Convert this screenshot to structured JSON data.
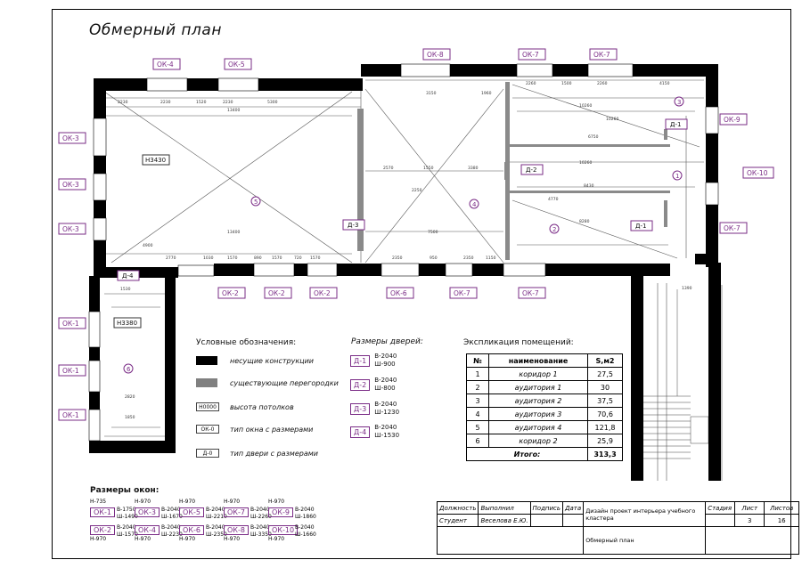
{
  "title": "Обмерный план",
  "colors": {
    "wall": "#000000",
    "partition": "#808080",
    "tag": "#7a2c86"
  },
  "windows_tags": {
    "top": [
      "ОК-4",
      "ОК-5",
      "ОК-8",
      "ОК-7",
      "ОК-7"
    ],
    "left": [
      "ОК-3",
      "ОК-3",
      "ОК-3",
      "ОК-1",
      "ОК-1",
      "ОК-1"
    ],
    "right": [
      "ОК-9",
      "ОК-10",
      "ОК-7"
    ],
    "bottom": [
      "ОК-2",
      "ОК-2",
      "ОК-2",
      "ОК-6",
      "ОК-7",
      "ОК-7"
    ]
  },
  "door_tags": [
    "Д-1",
    "Д-2",
    "Д-3",
    "Д-1",
    "Д-4"
  ],
  "heights": [
    "Н3430",
    "Н3380"
  ],
  "room_numbers": [
    "1",
    "2",
    "3",
    "4",
    "5",
    "6"
  ],
  "legend": {
    "heading": "Условные обозначения:",
    "items": [
      {
        "kind": "wall",
        "label": "несущие конструкции"
      },
      {
        "kind": "partition",
        "label": "существующие перегородки"
      },
      {
        "kind": "box",
        "code": "Н0000",
        "label": "высота потолков"
      },
      {
        "kind": "box",
        "code": "ОК-0",
        "label": "тип окна с размерами"
      },
      {
        "kind": "box",
        "code": "Д-0",
        "label": "тип двери с размерами"
      }
    ]
  },
  "doors": {
    "heading": "Размеры дверей:",
    "items": [
      {
        "tag": "Д-1",
        "h": "В-2040",
        "w": "Ш-900"
      },
      {
        "tag": "Д-2",
        "h": "В-2040",
        "w": "Ш-800"
      },
      {
        "tag": "Д-3",
        "h": "В-2040",
        "w": "Ш-1230"
      },
      {
        "tag": "Д-4",
        "h": "В-2040",
        "w": "Ш-1530"
      }
    ]
  },
  "explication": {
    "heading": "Экспликация помещений:",
    "cols": [
      "№",
      "наименование",
      "S,м2"
    ],
    "rows": [
      {
        "n": "1",
        "name": "коридор 1",
        "s": "27,5"
      },
      {
        "n": "2",
        "name": "аудитория 1",
        "s": "30"
      },
      {
        "n": "3",
        "name": "аудитория 2",
        "s": "37,5"
      },
      {
        "n": "4",
        "name": "аудитория 3",
        "s": "70,6"
      },
      {
        "n": "5",
        "name": "аудитория 4",
        "s": "121,8"
      },
      {
        "n": "6",
        "name": "коридор 2",
        "s": "25,9"
      }
    ],
    "total_label": "Итого:",
    "total": "313,3"
  },
  "windows": {
    "heading": "Размеры окон:",
    "items": [
      {
        "tag": "ОК-1",
        "top": "Н-735",
        "b": "В-1750",
        "w": "Ш-1490"
      },
      {
        "tag": "ОК-2",
        "bottom": "Н-970",
        "b": "В-2040",
        "w": "Ш-1570"
      },
      {
        "tag": "ОК-3",
        "top": "Н-970",
        "b": "В-2040",
        "w": "Ш-1670"
      },
      {
        "tag": "ОК-4",
        "bottom": "Н-970",
        "b": "В-2040",
        "w": "Ш-2230"
      },
      {
        "tag": "ОК-5",
        "top": "Н-970",
        "b": "В-2040",
        "w": "Ш-2210"
      },
      {
        "tag": "ОК-6",
        "bottom": "Н-970",
        "b": "В-2040",
        "w": "Ш-2350"
      },
      {
        "tag": "ОК-7",
        "top": "Н-970",
        "b": "В-2040",
        "w": "Ш-2260"
      },
      {
        "tag": "ОК-8",
        "bottom": "Н-970",
        "b": "В-2040",
        "w": "Ш-3350"
      },
      {
        "tag": "ОК-9",
        "top": "Н-970",
        "b": "В-2040",
        "w": "Ш-1860"
      },
      {
        "tag": "ОК-10",
        "bottom": "Н-970",
        "b": "В-2040",
        "w": "Ш-1660"
      }
    ]
  },
  "stamp": {
    "role_h": "Должность",
    "name_h": "Выполнил",
    "sign_h": "Подпись",
    "date_h": "Дата",
    "role": "Студент",
    "name": "Веселова Е.Ю.",
    "project": "Дизайн проект интерьера учебного кластера",
    "sheet_title": "Обмерный план",
    "stage_h": "Стадия",
    "sheet_h": "Лист",
    "sheets_h": "Листов",
    "sheet": "3",
    "sheets": "16"
  }
}
